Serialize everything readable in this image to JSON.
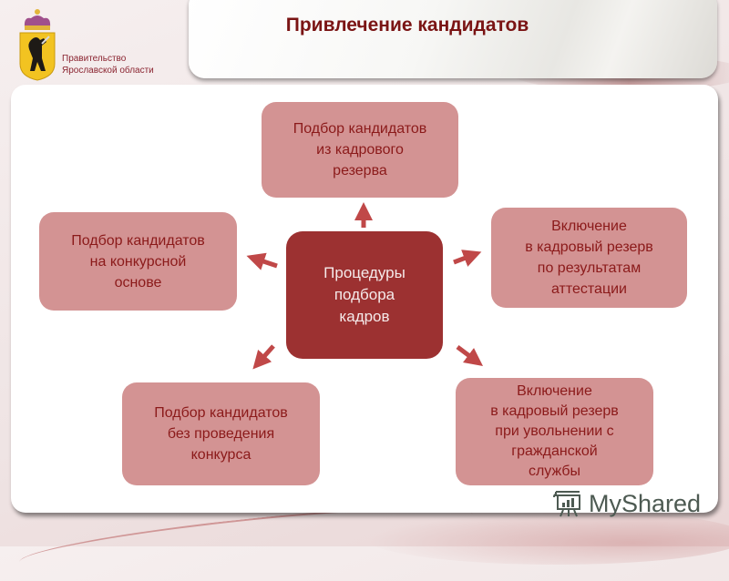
{
  "header": {
    "title": "Привлечение кандидатов",
    "organization_line1": "Правительство",
    "organization_line2": "Ярославской области",
    "logo_icon": "coat-of-arms-bear-icon"
  },
  "diagram": {
    "center": {
      "label": "Процедуры\nподбора\nкадров"
    },
    "nodes": [
      {
        "id": "top",
        "label": "Подбор кандидатов\nиз кадрового\nрезерва"
      },
      {
        "id": "left",
        "label": "Подбор кандидатов\nна конкурсной\nоснове"
      },
      {
        "id": "right",
        "label": "Включение\nв кадровый резерв\nпо результатам\nаттестации"
      },
      {
        "id": "bottom-left",
        "label": "Подбор кандидатов\nбез проведения\nконкурса"
      },
      {
        "id": "bottom-right",
        "label": "Включение\nв кадровый резерв\nпри увольнении с\nгражданской\nслужбы"
      }
    ],
    "colors": {
      "center_fill": "#9c3131",
      "node_fill": "#d39393",
      "node_text": "#8b1a1a",
      "arrow": "#c04848",
      "title": "#7a1414"
    }
  },
  "watermark": {
    "text": "MyShared",
    "icon": "presentation-board-icon"
  }
}
